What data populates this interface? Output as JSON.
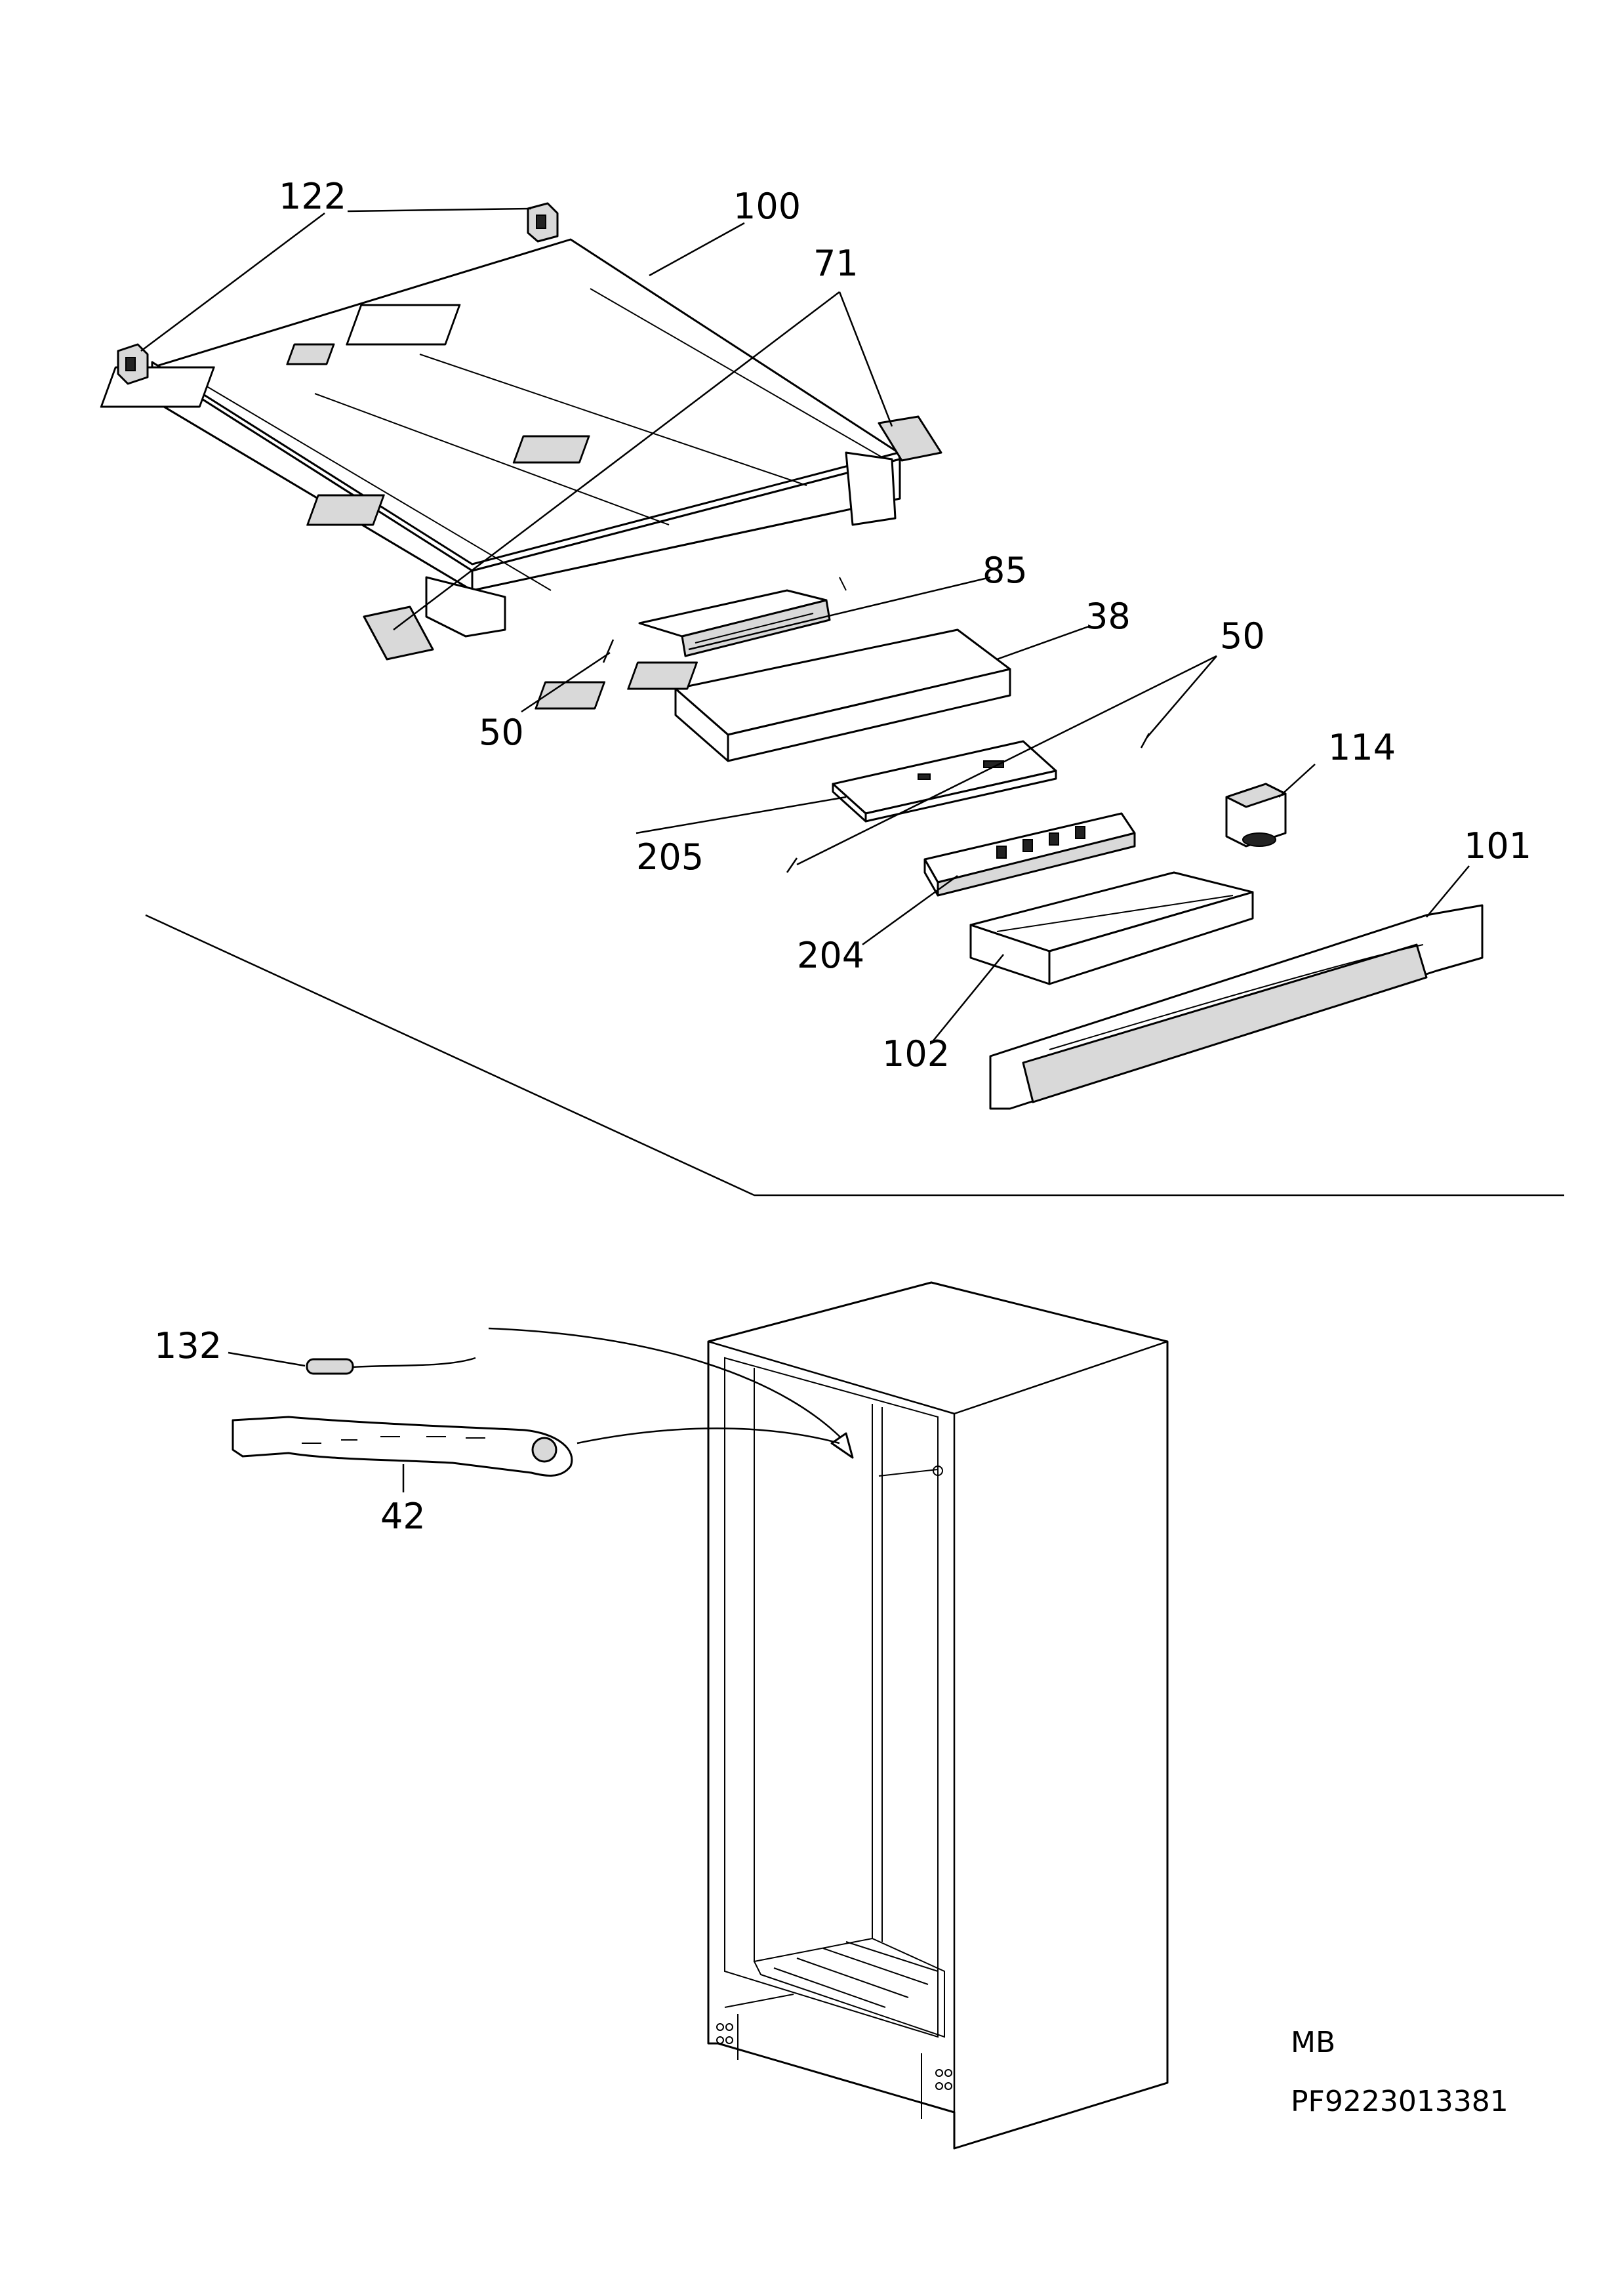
{
  "callouts": {
    "c122": "122",
    "c100": "100",
    "c71": "71",
    "c85": "85",
    "c38": "38",
    "c50_right": "50",
    "c50_left": "50",
    "c114": "114",
    "c205": "205",
    "c101": "101",
    "c204": "204",
    "c102": "102",
    "c132": "132",
    "c42": "42"
  },
  "footer": {
    "model": "MB",
    "code": "PF9223013381"
  }
}
